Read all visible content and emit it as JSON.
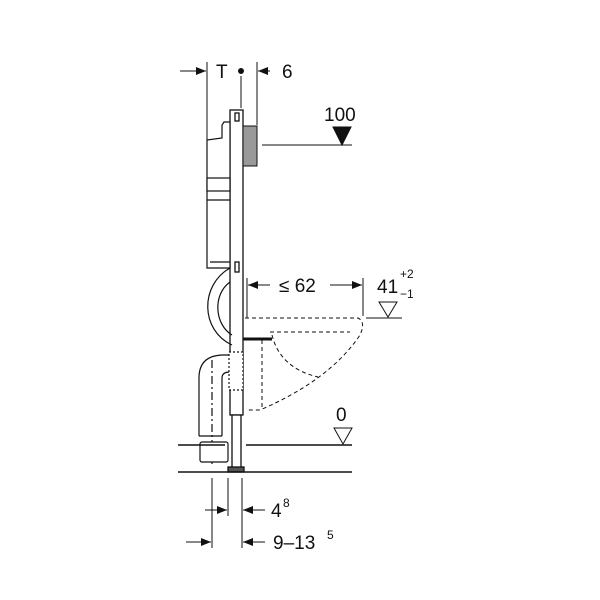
{
  "dimensions": {
    "depth_label": "T",
    "plate_offset": "6",
    "flush_height": "100",
    "max_projection": "≤ 62",
    "seat_height": "41",
    "seat_tol_plus": "+2",
    "seat_tol_minus": "−1",
    "floor_level": "0",
    "leg_gap": "4",
    "leg_gap_sup": "8",
    "wall_range": "9–13",
    "wall_range_sup": "5"
  },
  "colors": {
    "line": "#111111",
    "fill_grey": "#999999"
  }
}
